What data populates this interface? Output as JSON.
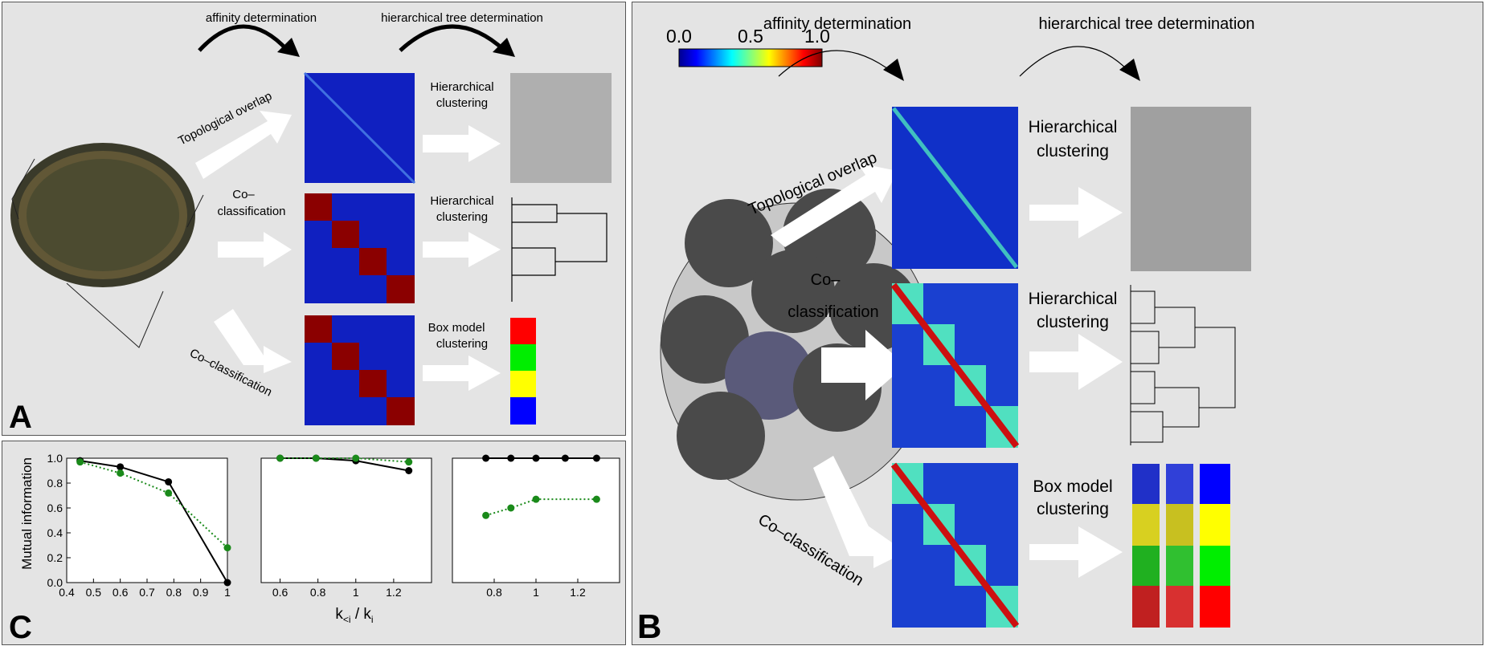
{
  "panel_a": {
    "letter": "A",
    "arrow_labels": [
      "affinity determination",
      "hierarchical tree determination"
    ],
    "path_labels": [
      "Topological overlap",
      "Co–",
      "classification",
      "Co–classification"
    ],
    "method_labels": [
      "Hierarchical",
      "clustering",
      "Hierarchical",
      "clustering",
      "Box model",
      "clustering"
    ]
  },
  "panel_b": {
    "letter": "B",
    "arrow_labels": [
      "affinity determination",
      "hierarchical tree determination"
    ],
    "colorbar_ticks": [
      "0.0",
      "0.5",
      "1.0"
    ],
    "path_labels": [
      "Topological overlap",
      "Co–",
      "classification",
      "Co–classification"
    ],
    "method_labels": [
      "Hierarchical",
      "clustering",
      "Hierarchical",
      "clustering",
      "Box model",
      "clustering"
    ]
  },
  "panel_c": {
    "letter": "C",
    "ylabel": "Mutual information",
    "xlabel_main": "k",
    "xlabel_sub1": "<i",
    "xlabel_mid": " / k",
    "xlabel_sub2": "i"
  },
  "colors": {
    "heatmap_low": "#1020c0",
    "heatmap_high": "#8b0000",
    "series_black": "#000000",
    "series_green": "#1a8a1a",
    "box_colors": [
      "#ff0000",
      "#00ee00",
      "#ffff00",
      "#0000ff"
    ]
  },
  "chart_data": [
    {
      "type": "line",
      "ylabel": "Mutual information",
      "xlim": [
        0.4,
        1.0
      ],
      "ylim": [
        0.0,
        1.0
      ],
      "x_ticks": [
        "0.4",
        "0.5",
        "0.6",
        "0.7",
        "0.8",
        "0.9",
        "1"
      ],
      "y_ticks": [
        "0.0",
        "0.2",
        "0.4",
        "0.6",
        "0.8",
        "1.0"
      ],
      "series": [
        {
          "color": "#000000",
          "style": "solid",
          "x": [
            0.45,
            0.6,
            0.78,
            1.0
          ],
          "y": [
            0.98,
            0.93,
            0.81,
            0.0
          ]
        },
        {
          "color": "#1a8a1a",
          "style": "dotted",
          "x": [
            0.45,
            0.6,
            0.78,
            1.0
          ],
          "y": [
            0.97,
            0.88,
            0.72,
            0.28
          ]
        }
      ]
    },
    {
      "type": "line",
      "xlim": [
        0.5,
        1.4
      ],
      "ylim": [
        0.0,
        1.0
      ],
      "x_ticks": [
        "0.6",
        "0.8",
        "1",
        "1.2"
      ],
      "y_ticks": [],
      "series": [
        {
          "color": "#000000",
          "style": "solid",
          "x": [
            0.6,
            0.79,
            1.0,
            1.28
          ],
          "y": [
            1.0,
            1.0,
            0.98,
            0.9
          ]
        },
        {
          "color": "#1a8a1a",
          "style": "dotted",
          "x": [
            0.6,
            0.79,
            1.0,
            1.28
          ],
          "y": [
            1.0,
            1.0,
            1.0,
            0.97
          ]
        }
      ]
    },
    {
      "type": "line",
      "xlim": [
        0.6,
        1.4
      ],
      "ylim": [
        0.0,
        1.0
      ],
      "x_ticks": [
        "0.8",
        "1",
        "1.2"
      ],
      "y_ticks": [],
      "series": [
        {
          "color": "#000000",
          "style": "solid",
          "x": [
            0.76,
            0.88,
            1.0,
            1.14,
            1.29
          ],
          "y": [
            1.0,
            1.0,
            1.0,
            1.0,
            1.0
          ]
        },
        {
          "color": "#1a8a1a",
          "style": "dotted",
          "x": [
            0.76,
            0.88,
            1.0,
            1.29
          ],
          "y": [
            0.54,
            0.6,
            0.67,
            0.67
          ]
        }
      ]
    }
  ]
}
